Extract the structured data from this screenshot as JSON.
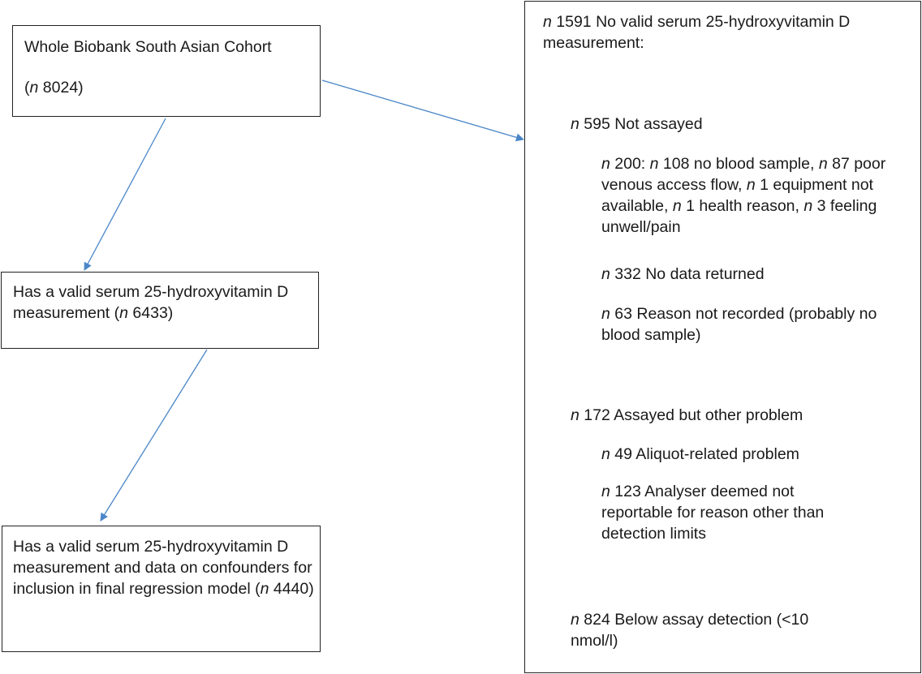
{
  "cohort": {
    "line1": "Whole Biobank South Asian Cohort",
    "n_label": "n",
    "n_value": "8024"
  },
  "valid": {
    "text_a": "Has a valid serum 25-hydroxyvitamin D measurement (",
    "n_label": "n",
    "text_b": " 6433)"
  },
  "final": {
    "text_a": "Has a valid serum 25-hydroxyvitamin D measurement and data on confounders for inclusion in final regression model (",
    "n_label": "n",
    "text_b": " 4440)"
  },
  "excluded": {
    "header": {
      "n_label": "n",
      "text": " 1591 No valid serum 25-hydroxyvitamin D measurement:"
    },
    "not_assayed": {
      "n_label": "n",
      "text": " 595 Not assayed"
    },
    "no_sample": {
      "n1": "n",
      "t1": " 200: ",
      "n2": "n",
      "t2": " 108 no blood sample, ",
      "n3": "n",
      "t3": " 87 poor venous access flow, ",
      "n4": "n",
      "t4": " 1 equipment not available, ",
      "n5": "n",
      "t5": " 1 health reason, ",
      "n6": "n",
      "t6": " 3 feeling unwell/pain"
    },
    "no_data": {
      "n_label": "n",
      "text": " 332 No data returned"
    },
    "not_recorded": {
      "n_label": "n",
      "text": " 63 Reason not recorded (probably no blood sample)"
    },
    "other_problem": {
      "n_label": "n",
      "text": " 172 Assayed but other problem"
    },
    "aliquot": {
      "n_label": "n",
      "text": " 49 Aliquot-related problem"
    },
    "analyser": {
      "n_label": "n",
      "text": " 123 Analyser deemed not reportable for reason other than detection limits"
    },
    "below_detection": {
      "n_label": "n",
      "text": " 824 Below assay detection (<10 nmol/l)"
    }
  },
  "colors": {
    "arrow": "#4a86c8",
    "border": "#222222"
  }
}
